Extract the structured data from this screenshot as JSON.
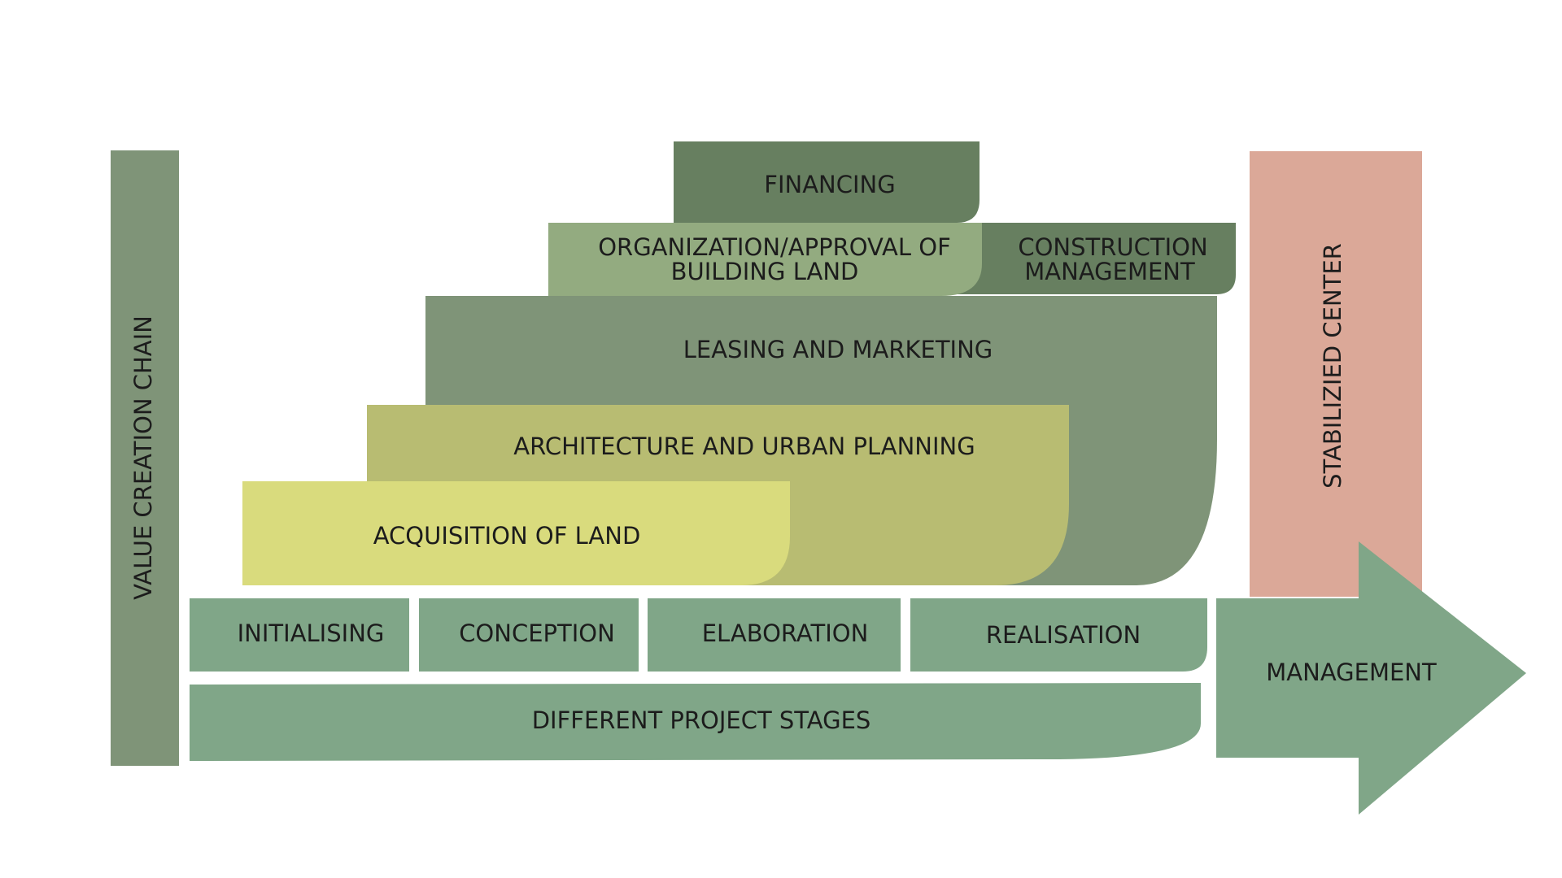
{
  "colors": {
    "value_chain_bar": "#7f9478",
    "stabilized_center": "#dba898",
    "financing": "#677f60",
    "organization": "#93ab80",
    "construction_management": "#677f60",
    "leasing_marketing": "#7f9478",
    "architecture": "#b8bc72",
    "acquisition": "#d9db7d",
    "stages": "#80a688",
    "management_arrow": "#80a688",
    "text": "#1c1c1c",
    "background": "#ffffff"
  },
  "diagram": {
    "value_creation_chain": "VALUE CREATION CHAIN",
    "stabilized_center": "STABILIZIED CENTER",
    "financing": "FINANCING",
    "organization": {
      "line1": "ORGANIZATION/APPROVAL OF",
      "line2": "BUILDING LAND"
    },
    "construction_management": {
      "line1": "CONSTRUCTION",
      "line2": "MANAGEMENT"
    },
    "leasing_marketing": "LEASING AND MARKETING",
    "architecture": "ARCHITECTURE AND URBAN PLANNING",
    "acquisition": "ACQUISITION OF LAND",
    "stages": [
      "INITIALISING",
      "CONCEPTION",
      "ELABORATION",
      "REALISATION"
    ],
    "project_stages": "DIFFERENT PROJECT STAGES",
    "management": "MANAGEMENT"
  }
}
